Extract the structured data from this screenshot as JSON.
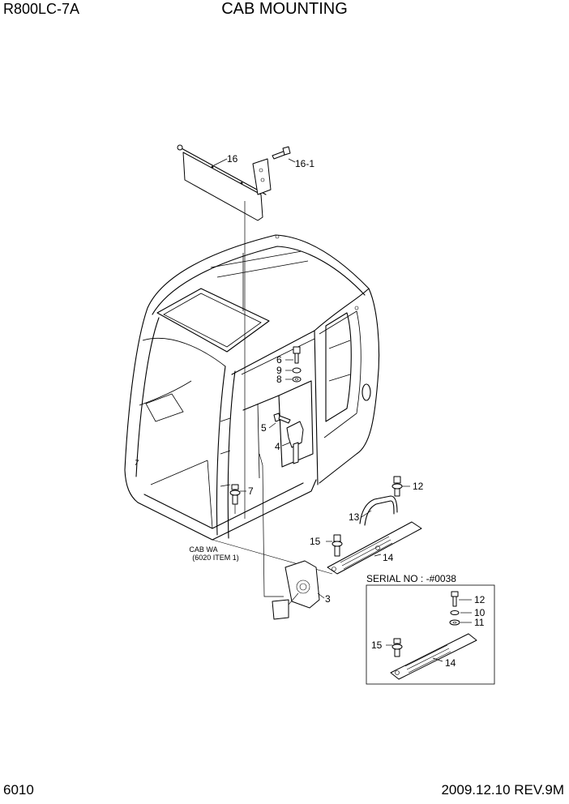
{
  "header": {
    "model": "R800LC-7A",
    "title": "CAB MOUNTING"
  },
  "footer": {
    "page_number": "6010",
    "date_rev": "2009.12.10  REV.9M"
  },
  "callouts": {
    "c16": "16",
    "c16_1": "16-1",
    "c6": "6",
    "c9": "9",
    "c8": "8",
    "c5": "5",
    "c4": "4",
    "c7": "7",
    "c12": "12",
    "c13": "13",
    "c15": "15",
    "c14": "14",
    "c3": "3",
    "s12": "12",
    "s10": "10",
    "s11": "11",
    "s15": "15",
    "s14": "14"
  },
  "notes": {
    "cab_line1": "CAB WA",
    "cab_line2": "(6020 ITEM 1)"
  },
  "inset": {
    "serial_label": "SERIAL NO : -#0038"
  }
}
